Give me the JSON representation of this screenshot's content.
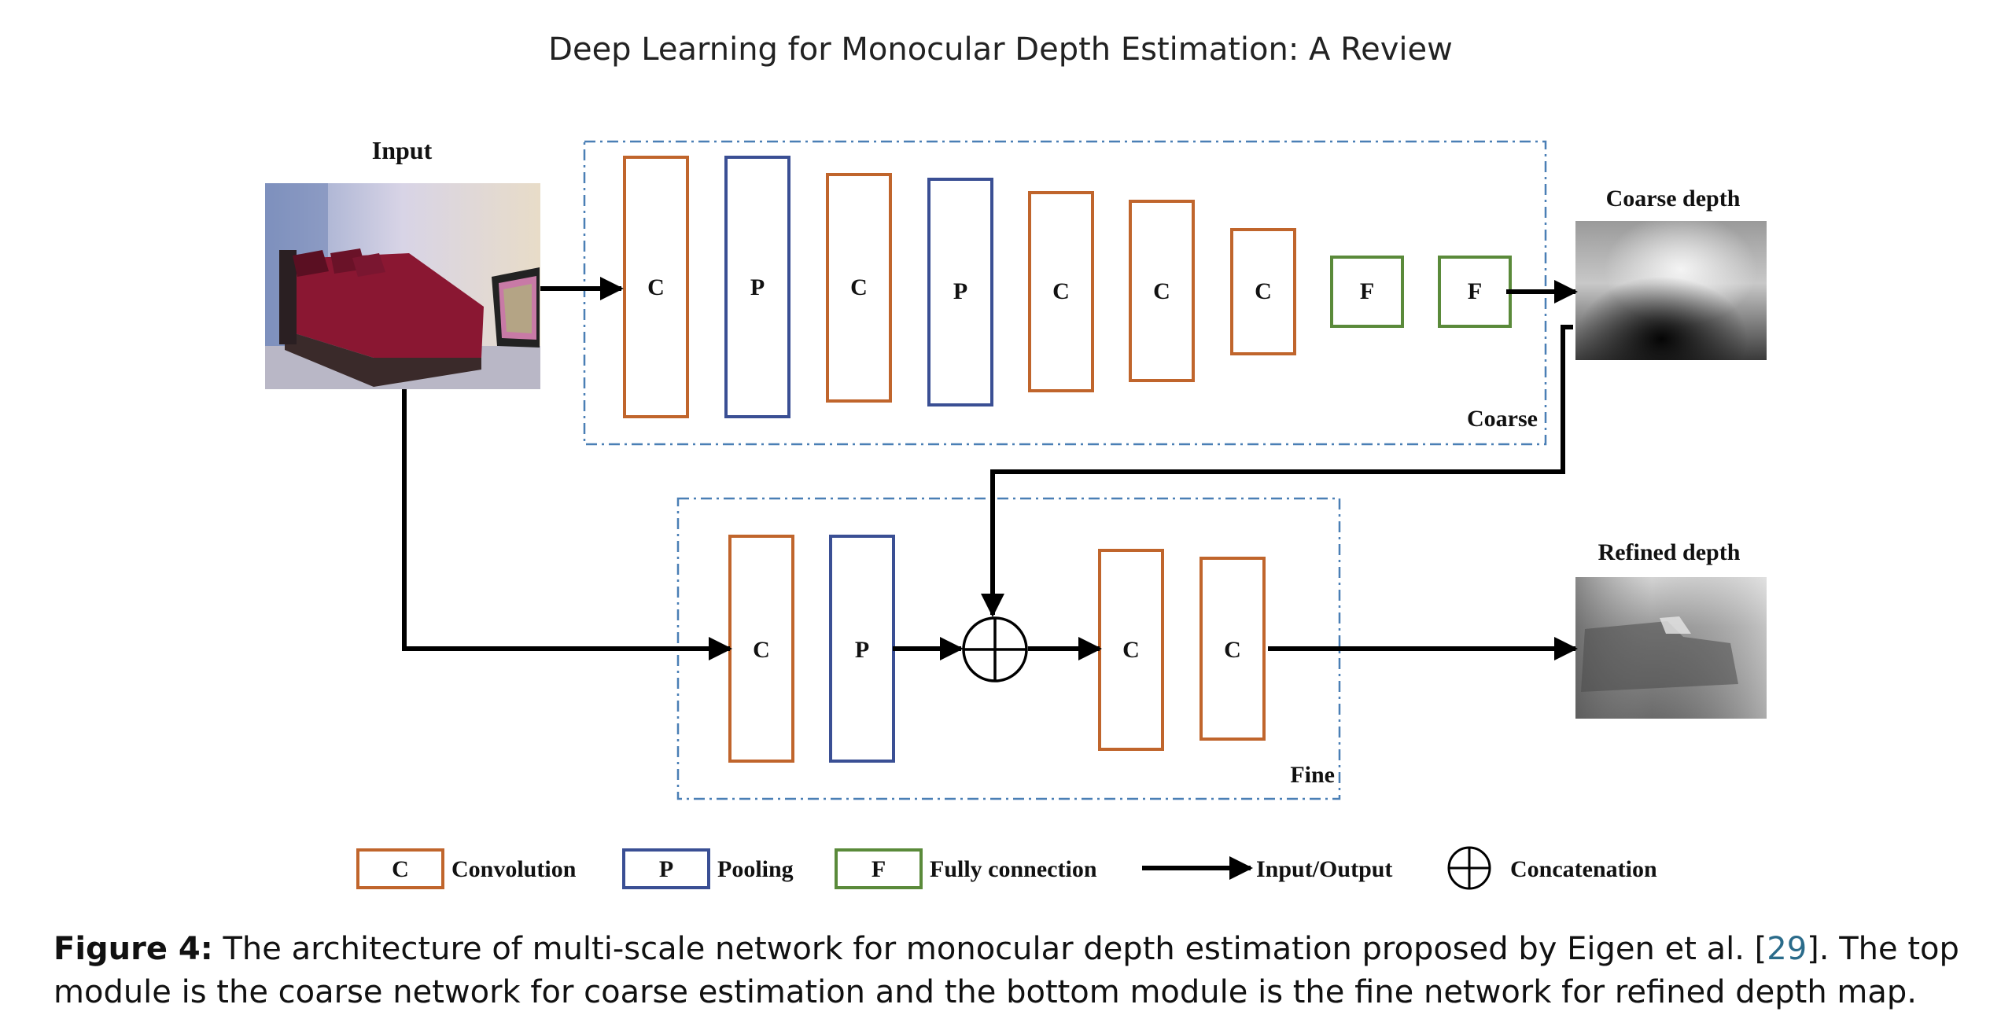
{
  "header": {
    "title": "Deep Learning for Monocular Depth Estimation: A Review"
  },
  "labels": {
    "input": "Input",
    "coarse_depth": "Coarse depth",
    "refined_depth": "Refined depth",
    "coarse_module": "Coarse",
    "fine_module": "Fine"
  },
  "coarse_layers": [
    "C",
    "P",
    "C",
    "P",
    "C",
    "C",
    "C",
    "F",
    "F"
  ],
  "fine_layers": [
    "C",
    "P",
    "C",
    "C"
  ],
  "legend": {
    "conv_letter": "C",
    "conv_label": "Convolution",
    "pool_letter": "P",
    "pool_label": "Pooling",
    "fc_letter": "F",
    "fc_label": "Fully connection",
    "io_label": "Input/Output",
    "concat_label": "Concatenation"
  },
  "colors": {
    "conv": "#c0652c",
    "pool": "#3a4f94",
    "fc": "#5a8a3a",
    "module_border": "#4a7fb5",
    "arrow": "#000000",
    "citation": "#2a6b8a"
  },
  "caption": {
    "label": "Figure 4:",
    "text_before": " The architecture of multi-scale network for monocular depth estimation proposed by Eigen et al. [",
    "citation": "29",
    "text_after": "]. The top module is the coarse network for coarse estimation and the bottom module is the fine network for refined depth map."
  }
}
